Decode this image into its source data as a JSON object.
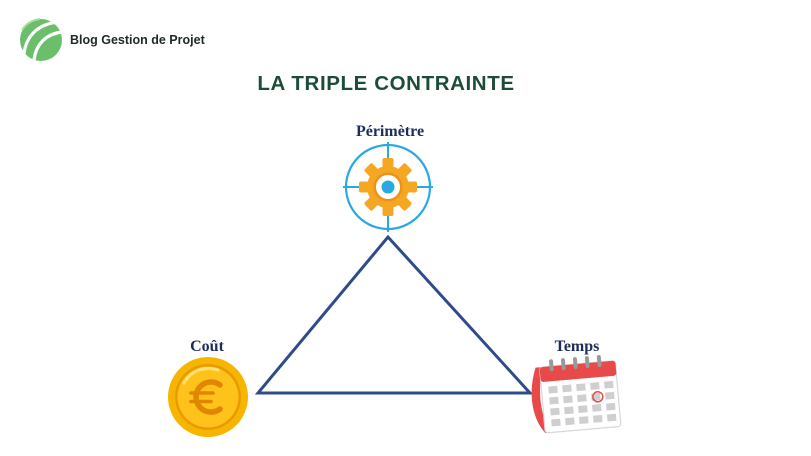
{
  "brand": {
    "name": "Blog Gestion de Projet",
    "icon": "leaf-logo-icon"
  },
  "title": "LA TRIPLE CONTRAINTE",
  "diagram": {
    "shape": "triangle",
    "nodes": [
      {
        "label": "Périmètre",
        "icon": "gear-target-icon"
      },
      {
        "label": "Coût",
        "icon": "euro-coin-icon"
      },
      {
        "label": "Temps",
        "icon": "calendar-icon"
      }
    ]
  },
  "colors": {
    "title": "#1d4d38",
    "brand_text": "#1f2a24",
    "logo_green": "#6cbf6a",
    "label": "#1c2d5c",
    "triangle": "#2f4b8c",
    "gear": "#f5a623",
    "target": "#2aa8e2",
    "coin": "#f7b500",
    "calendar_red": "#e84a4a"
  }
}
